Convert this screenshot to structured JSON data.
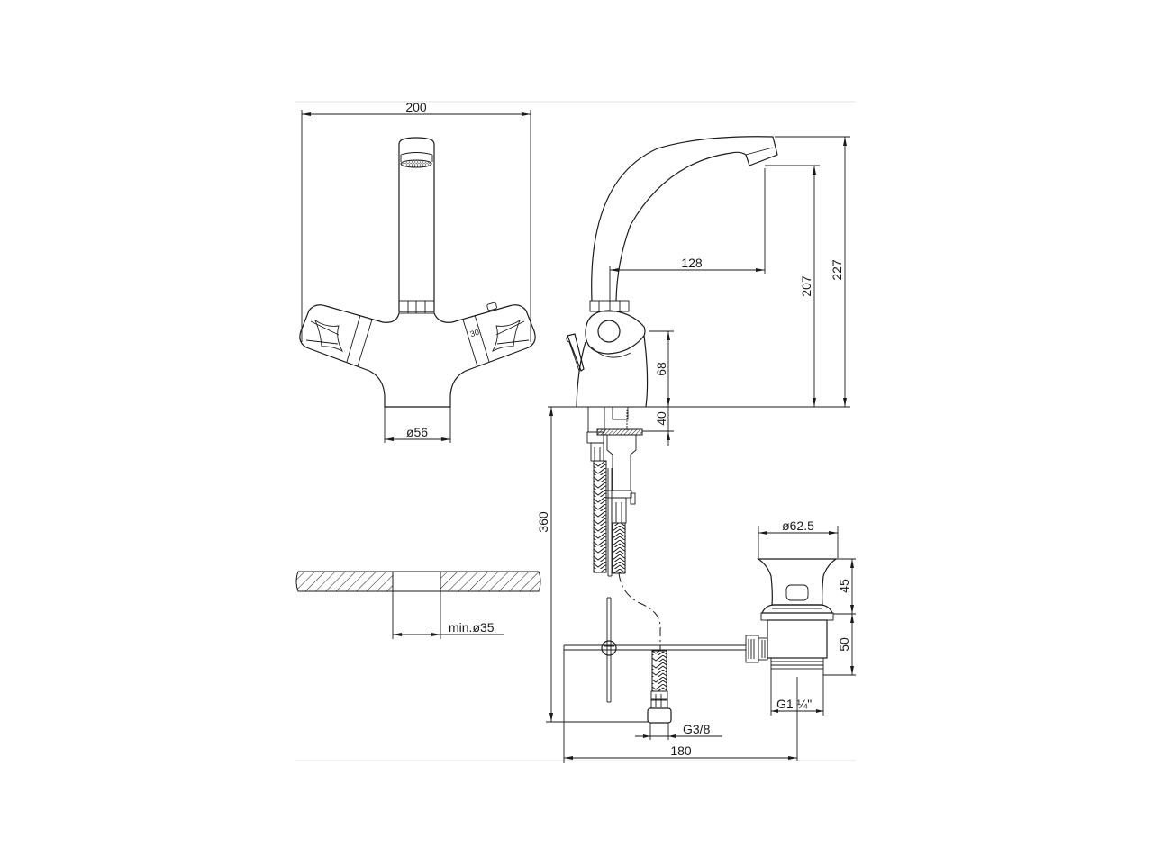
{
  "drawing": {
    "subject": "Two-handle basin mixer with pop-up waste",
    "views": {
      "front": {
        "dimensions": {
          "overall_width": "200",
          "base_diameter": "ø56",
          "handle_marking": "30"
        }
      },
      "countertop_section": {
        "dimensions": {
          "hole_diameter": "min.ø35"
        }
      },
      "side": {
        "dimensions": {
          "spout_reach": "128",
          "outlet_height": "207",
          "overall_height": "227",
          "handle_axis_height": "68",
          "shank_length": "40",
          "total_installation_height": "360"
        }
      },
      "waste": {
        "dimensions": {
          "flange_diameter": "ø62.5",
          "plug_height": "45",
          "body_height": "50",
          "thread_size": "G1 ¼\"",
          "hose_connection": "G3/8",
          "tap_to_waste_distance": "180"
        }
      }
    },
    "colors": {
      "line": "#1a1a1a",
      "background": "#ffffff",
      "frame": "#f0f0f0"
    }
  }
}
